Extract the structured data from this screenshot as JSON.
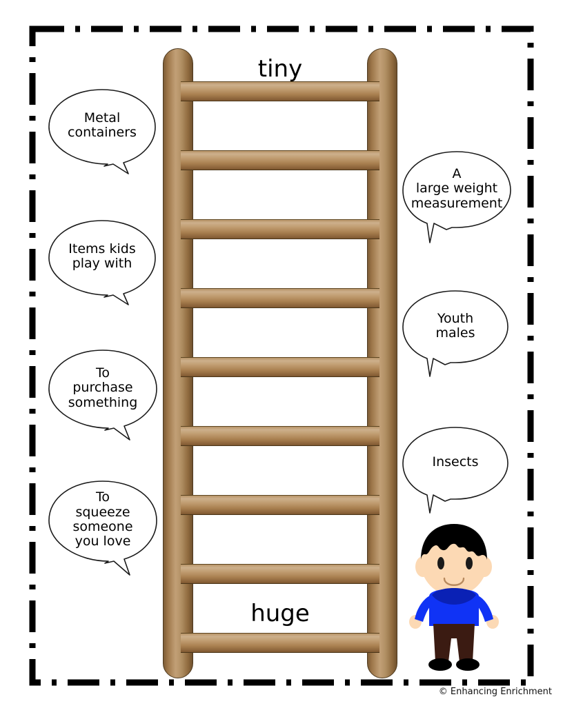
{
  "page": {
    "background_color": "#ffffff",
    "border_color": "#000000",
    "border_style": "dash-dot"
  },
  "ladder": {
    "top_label": "tiny",
    "bottom_label": "huge",
    "rung_count": 9,
    "rail_color": "#9d7649",
    "rung_color": "#b08f63"
  },
  "bubbles_left": [
    {
      "id": "metal-containers",
      "text": "Metal\ncontainers"
    },
    {
      "id": "items-kids-play",
      "text": "Items kids\nplay with"
    },
    {
      "id": "to-purchase",
      "text": "To\npurchase\nsomething"
    },
    {
      "id": "to-squeeze",
      "text": "To\nsqueeze\nsomeone\nyou love"
    }
  ],
  "bubbles_right": [
    {
      "id": "large-weight",
      "text": "A\nlarge weight\nmeasurement"
    },
    {
      "id": "youth-males",
      "text": "Youth\nmales"
    },
    {
      "id": "insects",
      "text": "Insects"
    }
  ],
  "character": {
    "name": "boy",
    "hair_color": "#000000",
    "skin_color": "#fcd9b4",
    "shirt_color": "#1033f5",
    "shirt_collar_color": "#0a21b5",
    "pants_color": "#3b1b12",
    "shoe_color": "#000000"
  },
  "footer": {
    "copyright": "© Enhancing Enrichment"
  }
}
